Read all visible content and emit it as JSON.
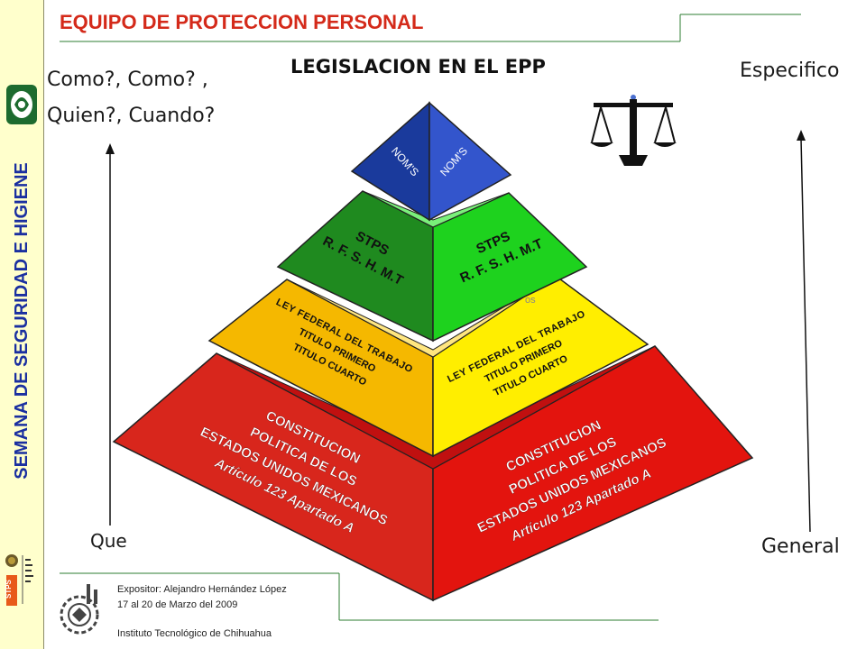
{
  "sidebar": {
    "title": "SEMANA DE SEGURIDAD E HIGIENE",
    "logo_top_icon": "imss-logo",
    "logo_bottom_icon": "stps-logo",
    "stps_label": "STPS"
  },
  "header": {
    "title": "EQUIPO DE PROTECCION PERSONAL"
  },
  "slide": {
    "legislation_title": "LEGISLACION EN EL EPP",
    "question_line1": "Como?, Como? ,",
    "question_line2": "Quien?, Cuando?",
    "left_bottom_label": "Que",
    "right_top_label": "Especifico",
    "right_bottom_label": "General",
    "scales_icon": "balance-scale-icon"
  },
  "pyramid": {
    "top": {
      "left_text": "NOM'S",
      "right_text": "NOM'S",
      "left_color": "#1a3a9c",
      "right_color": "#3355cc"
    },
    "level2": {
      "line1": "STPS",
      "line2": "R. F. S. H. M.T",
      "left_color": "#1f8a1f",
      "right_color": "#1ed21e",
      "stray_text": "os"
    },
    "level3": {
      "line1": "LEY FEDERAL DEL TRABAJO",
      "line2": "TITULO PRIMERO",
      "line3": "TITULO CUARTO",
      "left_color": "#f5b800",
      "right_color": "#ffee00"
    },
    "level4": {
      "line1": "CONSTITUCION",
      "line2": "POLITICA DE LOS",
      "line3": "ESTADOS UNIDOS MEXICANOS",
      "line4": "Artículo 123 Apartado A",
      "left_color": "#d8261c",
      "right_color": "#e3140e"
    }
  },
  "footer": {
    "presenter": "Expositor: Alejandro Hernández López",
    "dates": "17 al 20 de Marzo del 2009",
    "institute": "Instituto Tecnológico de Chihuahua",
    "logo_icon": "gear-logo-icon"
  }
}
